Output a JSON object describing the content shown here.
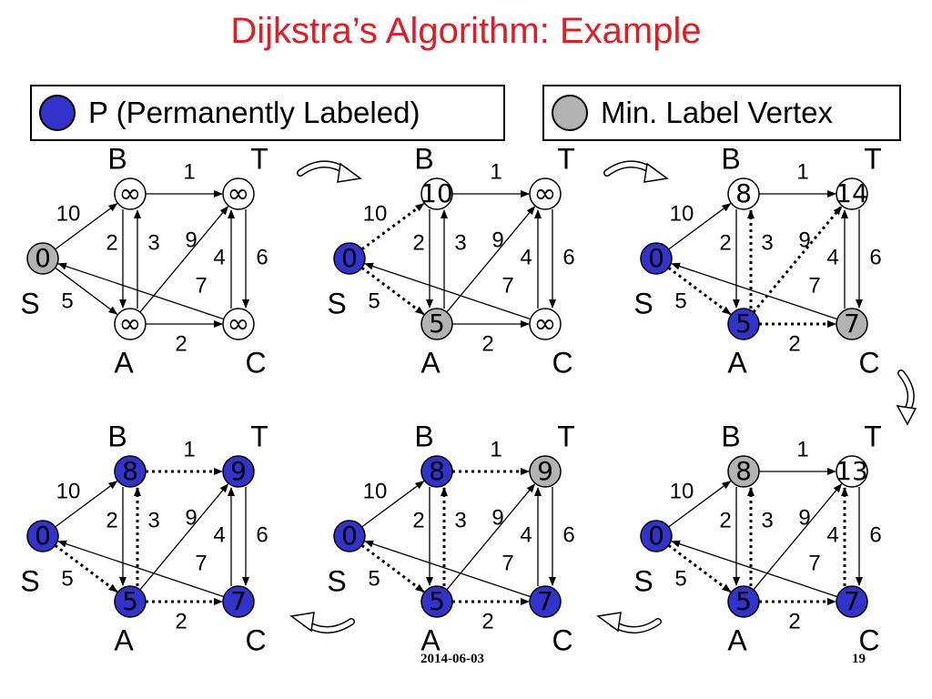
{
  "title": "Dijkstra’s Algorithm: Example",
  "legend": {
    "permanent": {
      "label": "P (Permanently Labeled)",
      "color": "#3333cc"
    },
    "min": {
      "label": "Min. Label Vertex",
      "color": "#b3b3b3"
    }
  },
  "colors": {
    "permanent": "#3333cc",
    "min": "#b3b3b3",
    "plain": "#ffffff",
    "title": "#e31b23"
  },
  "vertex_names": {
    "S": "S",
    "A": "A",
    "B": "B",
    "T": "T",
    "C": "C"
  },
  "edges": [
    {
      "from": "S",
      "to": "B",
      "weight": "10"
    },
    {
      "from": "S",
      "to": "A",
      "weight": "5"
    },
    {
      "from": "B",
      "to": "T",
      "weight": "1"
    },
    {
      "from": "B",
      "to": "A",
      "weight": "2"
    },
    {
      "from": "A",
      "to": "B",
      "weight": "3"
    },
    {
      "from": "A",
      "to": "T",
      "weight": "9"
    },
    {
      "from": "A",
      "to": "C",
      "weight": "2"
    },
    {
      "from": "C",
      "to": "T",
      "weight": "4"
    },
    {
      "from": "T",
      "to": "C",
      "weight": "6"
    },
    {
      "from": "C",
      "to": "S",
      "weight": "7"
    }
  ],
  "steps": [
    {
      "labels": {
        "S": "0",
        "A": "∞",
        "B": "∞",
        "T": "∞",
        "C": "∞"
      },
      "state": {
        "S": "min",
        "A": "plain",
        "B": "plain",
        "T": "plain",
        "C": "plain"
      },
      "dotted": []
    },
    {
      "labels": {
        "S": "0",
        "A": "5",
        "B": "10",
        "T": "∞",
        "C": "∞"
      },
      "state": {
        "S": "permanent",
        "A": "min",
        "B": "plain",
        "T": "plain",
        "C": "plain"
      },
      "dotted": [
        "S-B",
        "S-A"
      ]
    },
    {
      "labels": {
        "S": "0",
        "A": "5",
        "B": "8",
        "T": "14",
        "C": "7"
      },
      "state": {
        "S": "permanent",
        "A": "permanent",
        "B": "plain",
        "T": "plain",
        "C": "min"
      },
      "dotted": [
        "S-A",
        "A-B",
        "A-T",
        "A-C"
      ]
    },
    {
      "labels": {
        "S": "0",
        "A": "5",
        "B": "8",
        "T": "13",
        "C": "7"
      },
      "state": {
        "S": "permanent",
        "A": "permanent",
        "B": "min",
        "T": "plain",
        "C": "permanent"
      },
      "dotted": [
        "S-A",
        "A-B",
        "A-C",
        "C-T"
      ]
    },
    {
      "labels": {
        "S": "0",
        "A": "5",
        "B": "8",
        "T": "9",
        "C": "7"
      },
      "state": {
        "S": "permanent",
        "A": "permanent",
        "B": "permanent",
        "T": "min",
        "C": "permanent"
      },
      "dotted": [
        "S-A",
        "A-C",
        "A-B",
        "B-T"
      ]
    },
    {
      "labels": {
        "S": "0",
        "A": "5",
        "B": "8",
        "T": "9",
        "C": "7"
      },
      "state": {
        "S": "permanent",
        "A": "permanent",
        "B": "permanent",
        "T": "permanent",
        "C": "permanent"
      },
      "dotted": [
        "S-A",
        "A-C",
        "A-B",
        "B-T"
      ]
    }
  ],
  "footer": {
    "date": "2014-06-03",
    "page": "19"
  }
}
